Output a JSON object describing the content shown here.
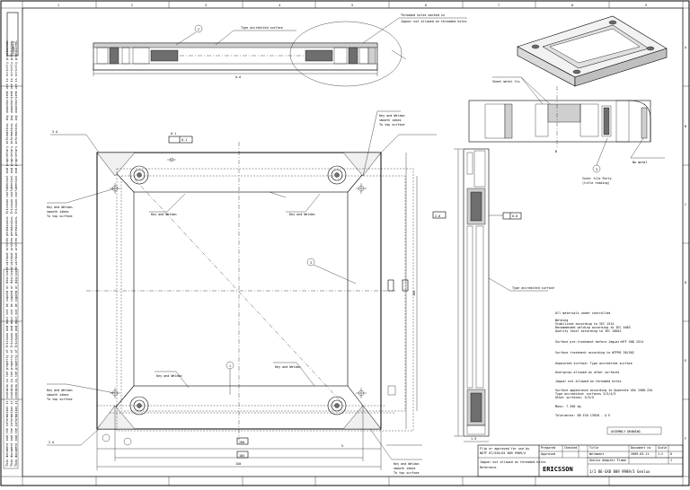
{
  "frame": {
    "top_markers": [
      "1",
      "2",
      "3",
      "4",
      "5",
      "6",
      "7",
      "8",
      "9"
    ],
    "side_markers": [
      "A",
      "B",
      "C",
      "D",
      "E",
      "F"
    ]
  },
  "top_view": {
    "callout_surface": "Type accredited surface",
    "callout_thread": "Threaded holes marked xx",
    "callout_thread2": "Jaguar not allowed on threaded holes",
    "section_label": "A-A",
    "balloon": "2"
  },
  "plan_view": {
    "finish_note_lines": [
      "Key and Weldon",
      "smooth ideas",
      "To top surface"
    ],
    "key_label": "Key and Weldon",
    "center_balloon": "1",
    "right_balloon": "3",
    "dims": {
      "top_tol": "0.1",
      "bottom_a": "200",
      "bottom_b": "185",
      "bottom_c": "150",
      "overall": "150",
      "left_dim": "5",
      "right_dim": "100",
      "left_label": "3 A",
      "bottom_left_label": "2 A"
    }
  },
  "side_view": {
    "callout": "Type accredited surface",
    "tag_left": "2.0",
    "tag_right": "0.8",
    "bottom_dim": "1.5"
  },
  "detail_view": {
    "callout": "Sheet metal fix",
    "balloon": "3",
    "balloon_note": "Inner file Party",
    "balloon_note2": "(title reading)",
    "right_note": "No metal",
    "bottom_label": "B"
  },
  "notes": {
    "heading": "All materials under controlled",
    "lines": [
      "Welding",
      "Stabilized according to IEC 1514",
      "Recommended welding according to IEC 4063",
      "Quality level according to IEC 10042",
      "",
      "Surface pre-treatment before Jaguar:WTF 508 1514",
      "",
      "Surface treatment according to WTFMS 38/502",
      "",
      "Unpainted surface: Type accredited surface",
      "",
      "Overspray allowed on other surfaces",
      "",
      "Jaguar not allowed on threaded holes",
      "",
      "Surface appearance according to Quadrate VAS 1580-234",
      "Type accredited: surfaces 3/3/4/5",
      "Other surfaces: 5/5/5",
      "",
      "Mass: 7.356 kg",
      "",
      "Tolerances: EN ISO 13920 - A E"
    ],
    "stamp": "ASSEMBLY DRAWING"
  },
  "title_block": {
    "company": "ERICSSON",
    "doc_number": "1/1 86-SXB 809 9989/3 Geolux",
    "title": "Geolux Adapter Frame",
    "designer": "Weldment",
    "sheet": "1",
    "date": "2009-03-11",
    "rev": "D",
    "approval_note": "Flip or approved for use by",
    "approval_note2": "NOTF 87/520/01 809 9989/4",
    "approval_note3": "Jaguar not allowed on threaded holes",
    "reference": "Reference",
    "prepared": "Prepared",
    "checked": "Checked",
    "approved": "Approved",
    "doc_label": "Document no",
    "title_label": "Title",
    "scale_label": "Scale",
    "scale_value": "1:2"
  },
  "left_margin_text": "This document and the information it contains is the property of Ericsson and must not be copied or disclosed without written permission. Ericsson confidential and proprietary information. Any unauthorized use is strictly prohibited.",
  "corner_label": "EXAMPLE"
}
